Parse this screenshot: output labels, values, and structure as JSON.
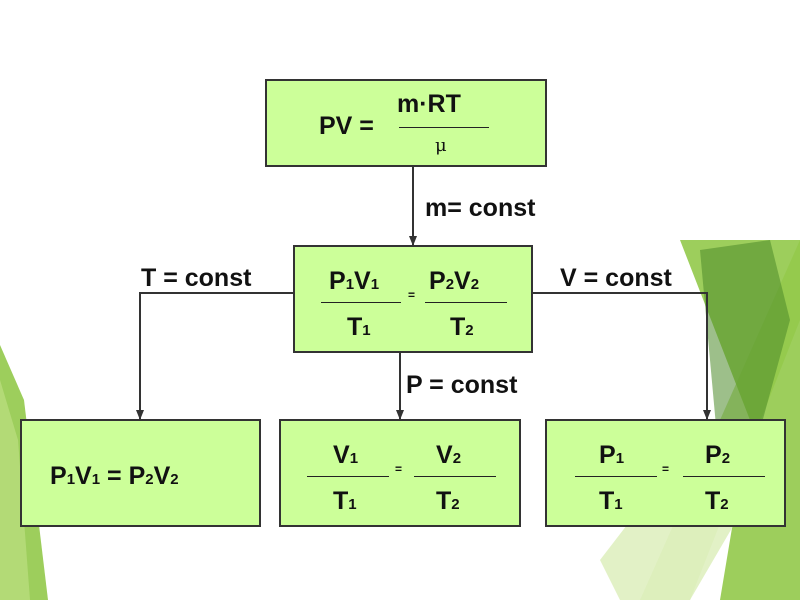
{
  "colors": {
    "box_fill": "#ccff99",
    "box_border": "#333333",
    "arrow": "#333333",
    "stripe_light": "#b9dd7d",
    "stripe_mid": "#8cc63f",
    "stripe_dark": "#4c8a2a"
  },
  "top": {
    "lhs": "PV =",
    "numerator": "m·RT",
    "denominator": "μ"
  },
  "labels": {
    "m_const": "m= const",
    "t_const": "T = const",
    "v_const": "V = const",
    "p_const": "P = const"
  },
  "combined": {
    "left": {
      "num": {
        "p": "P",
        "p_sub": "1",
        "v": "V",
        "v_sub": "1"
      },
      "den": {
        "t": "T",
        "t_sub": "1"
      }
    },
    "equals": "=",
    "right": {
      "num": {
        "p": "P",
        "p_sub": "2",
        "v": "V",
        "v_sub": "2"
      },
      "den": {
        "t": "T",
        "t_sub": "2"
      }
    }
  },
  "isothermal": {
    "p1": "P",
    "p1_sub": "1",
    "v1": "V",
    "v1_sub": "1",
    "equals": "=",
    "p2": "P",
    "p2_sub": "2",
    "v2": "V",
    "v2_sub": "2"
  },
  "isobaric": {
    "left_num": "V",
    "left_num_sub": "1",
    "left_den": "T",
    "left_den_sub": "1",
    "equals": "=",
    "right_num": "V",
    "right_num_sub": "2",
    "right_den": "T",
    "right_den_sub": "2"
  },
  "isochoric": {
    "left_num": "P",
    "left_num_sub": "1",
    "left_den": "T",
    "left_den_sub": "1",
    "equals": "=",
    "right_num": "P",
    "right_num_sub": "2",
    "right_den": "T",
    "right_den_sub": "2"
  }
}
